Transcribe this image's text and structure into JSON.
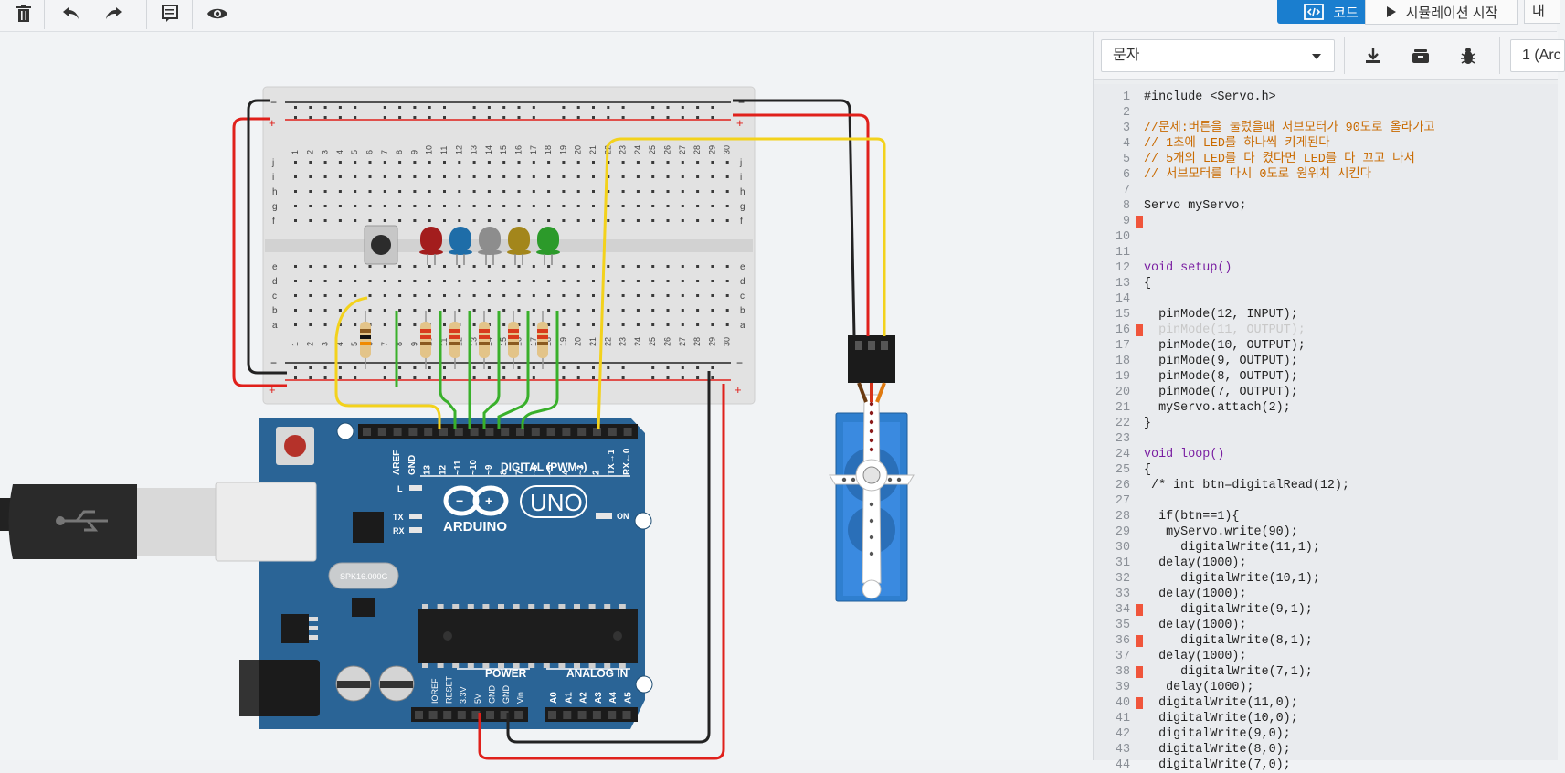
{
  "toolbar": {
    "icons": [
      "trash-icon",
      "undo-icon",
      "redo-icon",
      "notes-icon",
      "eye-icon"
    ],
    "code_label": "코드",
    "simulate_label": "시뮬레이션 시작",
    "extra_label": "내"
  },
  "code_panel": {
    "language": "문자",
    "board_select": "1 (Arc",
    "icons": [
      "download-icon",
      "library-icon",
      "debug-icon"
    ],
    "lines": [
      {
        "n": "1",
        "text": "#include <Servo.h>",
        "kind": "normal",
        "err": false
      },
      {
        "n": "2",
        "text": "",
        "kind": "normal",
        "err": false
      },
      {
        "n": "3",
        "text": "//문제:버튼을 눌렀을때 서브모터가 90도로 올라가고",
        "kind": "comment",
        "err": false
      },
      {
        "n": "4",
        "text": "// 1초에 LED를 하나씩 키게된다",
        "kind": "comment",
        "err": false
      },
      {
        "n": "5",
        "text": "// 5개의 LED를 다 켰다면 LED를 다 끄고 나서",
        "kind": "comment",
        "err": false
      },
      {
        "n": "6",
        "text": "// 서브모터를 다시 0도로 원위치 시킨다",
        "kind": "comment",
        "err": false
      },
      {
        "n": "7",
        "text": "",
        "kind": "normal",
        "err": false
      },
      {
        "n": "8",
        "text": "Servo myServo;",
        "kind": "normal",
        "err": false
      },
      {
        "n": "9",
        "text": "",
        "kind": "normal",
        "err": true
      },
      {
        "n": "10",
        "text": "",
        "kind": "normal",
        "err": false
      },
      {
        "n": "11",
        "text": "",
        "kind": "normal",
        "err": false
      },
      {
        "n": "12",
        "text": "void setup()",
        "kind": "keyword",
        "err": false
      },
      {
        "n": "13",
        "text": "{",
        "kind": "normal",
        "err": false
      },
      {
        "n": "14",
        "text": "",
        "kind": "normal",
        "err": false
      },
      {
        "n": "15",
        "text": "  pinMode(12, INPUT);",
        "kind": "normal",
        "err": false
      },
      {
        "n": "16",
        "text": "  pinMode(11, OUTPUT);",
        "kind": "dim",
        "err": true
      },
      {
        "n": "17",
        "text": "  pinMode(10, OUTPUT);",
        "kind": "normal",
        "err": false
      },
      {
        "n": "18",
        "text": "  pinMode(9, OUTPUT);",
        "kind": "normal",
        "err": false
      },
      {
        "n": "19",
        "text": "  pinMode(8, OUTPUT);",
        "kind": "normal",
        "err": false
      },
      {
        "n": "20",
        "text": "  pinMode(7, OUTPUT);",
        "kind": "normal",
        "err": false
      },
      {
        "n": "21",
        "text": "  myServo.attach(2);",
        "kind": "normal",
        "err": false
      },
      {
        "n": "22",
        "text": "}",
        "kind": "normal",
        "err": false
      },
      {
        "n": "23",
        "text": "",
        "kind": "normal",
        "err": false
      },
      {
        "n": "24",
        "text": "void loop()",
        "kind": "keyword",
        "err": false
      },
      {
        "n": "25",
        "text": "{",
        "kind": "normal",
        "err": false
      },
      {
        "n": "26",
        "text": " /* int btn=digitalRead(12);",
        "kind": "normal",
        "err": false
      },
      {
        "n": "27",
        "text": "",
        "kind": "normal",
        "err": false
      },
      {
        "n": "28",
        "text": "  if(btn==1){",
        "kind": "normal",
        "err": false
      },
      {
        "n": "29",
        "text": "   myServo.write(90);",
        "kind": "normal",
        "err": false
      },
      {
        "n": "30",
        "text": "     digitalWrite(11,1);",
        "kind": "normal",
        "err": false
      },
      {
        "n": "31",
        "text": "  delay(1000);",
        "kind": "normal",
        "err": false
      },
      {
        "n": "32",
        "text": "     digitalWrite(10,1);",
        "kind": "normal",
        "err": false
      },
      {
        "n": "33",
        "text": "  delay(1000);",
        "kind": "normal",
        "err": false
      },
      {
        "n": "34",
        "text": "     digitalWrite(9,1);",
        "kind": "normal",
        "err": true
      },
      {
        "n": "35",
        "text": "  delay(1000);",
        "kind": "normal",
        "err": false
      },
      {
        "n": "36",
        "text": "     digitalWrite(8,1);",
        "kind": "normal",
        "err": true
      },
      {
        "n": "37",
        "text": "  delay(1000);",
        "kind": "normal",
        "err": false
      },
      {
        "n": "38",
        "text": "     digitalWrite(7,1);",
        "kind": "normal",
        "err": true
      },
      {
        "n": "39",
        "text": "   delay(1000);",
        "kind": "normal",
        "err": false
      },
      {
        "n": "40",
        "text": "  digitalWrite(11,0);",
        "kind": "normal",
        "err": true
      },
      {
        "n": "41",
        "text": "  digitalWrite(10,0);",
        "kind": "normal",
        "err": false
      },
      {
        "n": "42",
        "text": "  digitalWrite(9,0);",
        "kind": "normal",
        "err": false
      },
      {
        "n": "43",
        "text": "  digitalWrite(8,0);",
        "kind": "normal",
        "err": false
      },
      {
        "n": "44",
        "text": "  digitalWrite(7,0);",
        "kind": "normal",
        "err": false
      }
    ]
  },
  "board": {
    "digital_label": "DIGITAL (PWM~)",
    "power_label": "POWER",
    "analog_label": "ANALOG IN",
    "brand": "ARDUINO",
    "model": "UNO",
    "on_label": "ON",
    "l_label": "L",
    "tx_label": "TX",
    "rx_label": "RX",
    "crystal_label": "SPK16.000G",
    "top_pins": [
      "AREF",
      "GND",
      "13",
      "12",
      "~11",
      "~10",
      "~9",
      "8",
      "7",
      "~6",
      "~5",
      "4",
      "~3",
      "2",
      "TX→1",
      "RX←0"
    ],
    "power_pins": [
      "IOREF",
      "RESET",
      "3.3V",
      "5V",
      "GND",
      "GND",
      "Vin"
    ],
    "analog_pins": [
      "A0",
      "A1",
      "A2",
      "A3",
      "A4",
      "A5"
    ]
  },
  "breadboard": {
    "columns": [
      "1",
      "2",
      "3",
      "4",
      "5",
      "6",
      "7",
      "8",
      "9",
      "10",
      "11",
      "12",
      "13",
      "14",
      "15",
      "16",
      "17",
      "18",
      "19",
      "20",
      "21",
      "22",
      "23",
      "24",
      "25",
      "26",
      "27",
      "28",
      "29",
      "30"
    ],
    "rows_top": [
      "j",
      "i",
      "h",
      "g",
      "f"
    ],
    "rows_bottom": [
      "e",
      "d",
      "c",
      "b",
      "a"
    ]
  },
  "colors": {
    "accent": "#1a7ecf",
    "arduino": "#2a6496",
    "wire_red": "#e0201b",
    "wire_black": "#222222",
    "wire_yellow": "#f3d21c",
    "wire_green": "#39b02b",
    "servo": "#2f7fcf",
    "error": "#f0553b"
  }
}
